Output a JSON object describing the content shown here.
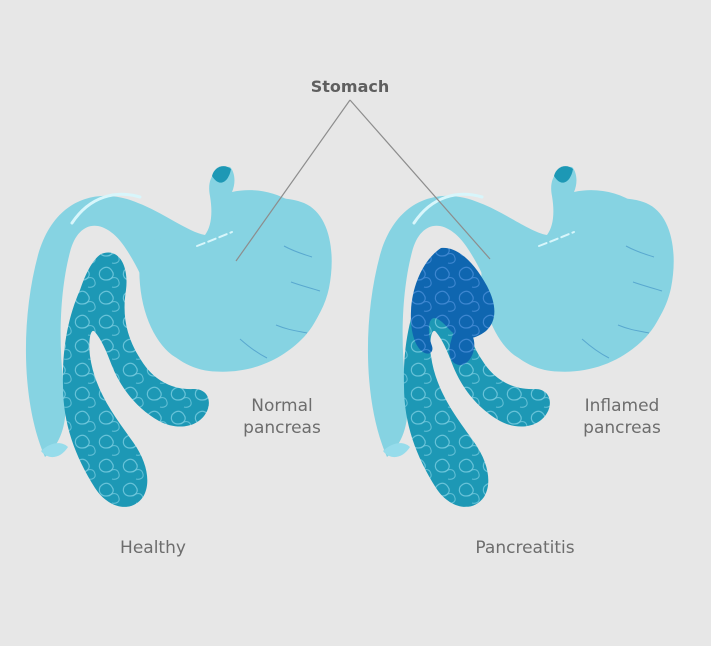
{
  "labels": {
    "stomach": "Stomach",
    "normal_pancreas": "Normal\npancreas",
    "inflamed_pancreas": "Inflamed\npancreas",
    "healthy": "Healthy",
    "pancreatitis": "Pancreatitis"
  },
  "colors": {
    "background": "#e7e7e7",
    "stomach_fill": "#86d3e2",
    "duodenum_fill": "#87d4e3",
    "pancreas_fill": "#1d98b5",
    "pancreas_detail": "#6fc7dc",
    "inflamed_fill": "#0f66b0",
    "inflamed_detail": "#3d86d0",
    "line_color": "#8d8d8d"
  }
}
